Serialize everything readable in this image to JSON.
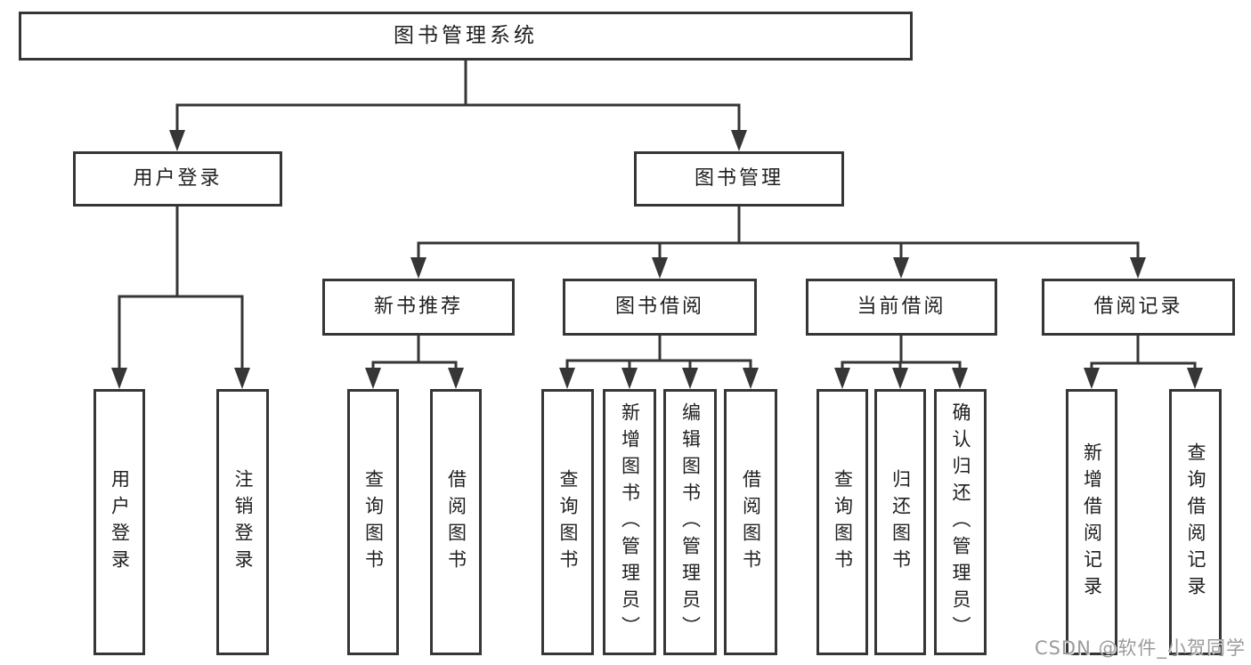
{
  "tree": {
    "label": "图书管理系统",
    "children": [
      {
        "label": "用户登录",
        "children": [
          {
            "label": "用户登录"
          },
          {
            "label": "注销登录"
          }
        ]
      },
      {
        "label": "图书管理",
        "children": [
          {
            "label": "新书推荐",
            "children": [
              {
                "label": "查询图书"
              },
              {
                "label": "借阅图书"
              }
            ]
          },
          {
            "label": "图书借阅",
            "children": [
              {
                "label": "查询图书"
              },
              {
                "label": "新增图书（管理员）"
              },
              {
                "label": "编辑图书（管理员）"
              },
              {
                "label": "借阅图书"
              }
            ]
          },
          {
            "label": "当前借阅",
            "children": [
              {
                "label": "查询图书"
              },
              {
                "label": "归还图书"
              },
              {
                "label": "确认归还（管理员）"
              }
            ]
          },
          {
            "label": "借阅记录",
            "children": [
              {
                "label": "新增借阅记录"
              },
              {
                "label": "查询借阅记录"
              }
            ]
          }
        ]
      }
    ]
  },
  "watermark": {
    "text": "CSDN @软件_小贺同学"
  },
  "colors": {
    "line": "#363636",
    "text": "#1f1f1f",
    "watermark": "#9b9b9b",
    "background": "#ffffff"
  }
}
